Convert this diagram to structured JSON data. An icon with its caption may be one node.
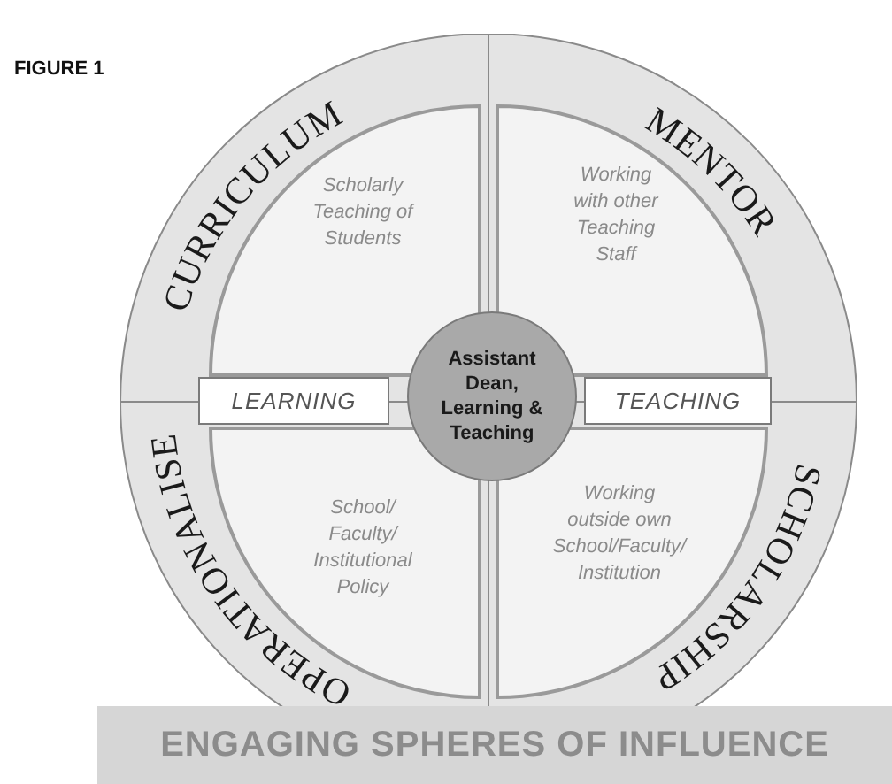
{
  "diagram": {
    "title": "FIGURE 1",
    "nodes": [
      {
        "text": [
          "CURRICULUM"
        ]
      },
      {
        "text": [
          "Scholarly Teaching of Students"
        ],
        "in": 0
      },
      {
        "text": [
          "MENTOR"
        ]
      },
      {
        "text": [
          "Working with other Teaching Staff"
        ],
        "in": 2
      },
      {
        "text": [
          "LEARNING"
        ]
      },
      {
        "text": [
          "Assistant Dean, Learning & Teaching"
        ]
      },
      {
        "text": [
          "TEACHING"
        ]
      },
      {
        "text": [
          "OPERATIONALISE"
        ]
      },
      {
        "text": [
          "School/ Faculty/ Institutional Policy"
        ],
        "in": 7
      },
      {
        "text": [
          "SCHOLARSHIP"
        ]
      },
      {
        "text": [
          "Working outside own School/Faculty/ Institution"
        ],
        "in": 9
      }
    ],
    "caption": "ENGAGING SPHERES OF INFLUENCE"
  }
}
